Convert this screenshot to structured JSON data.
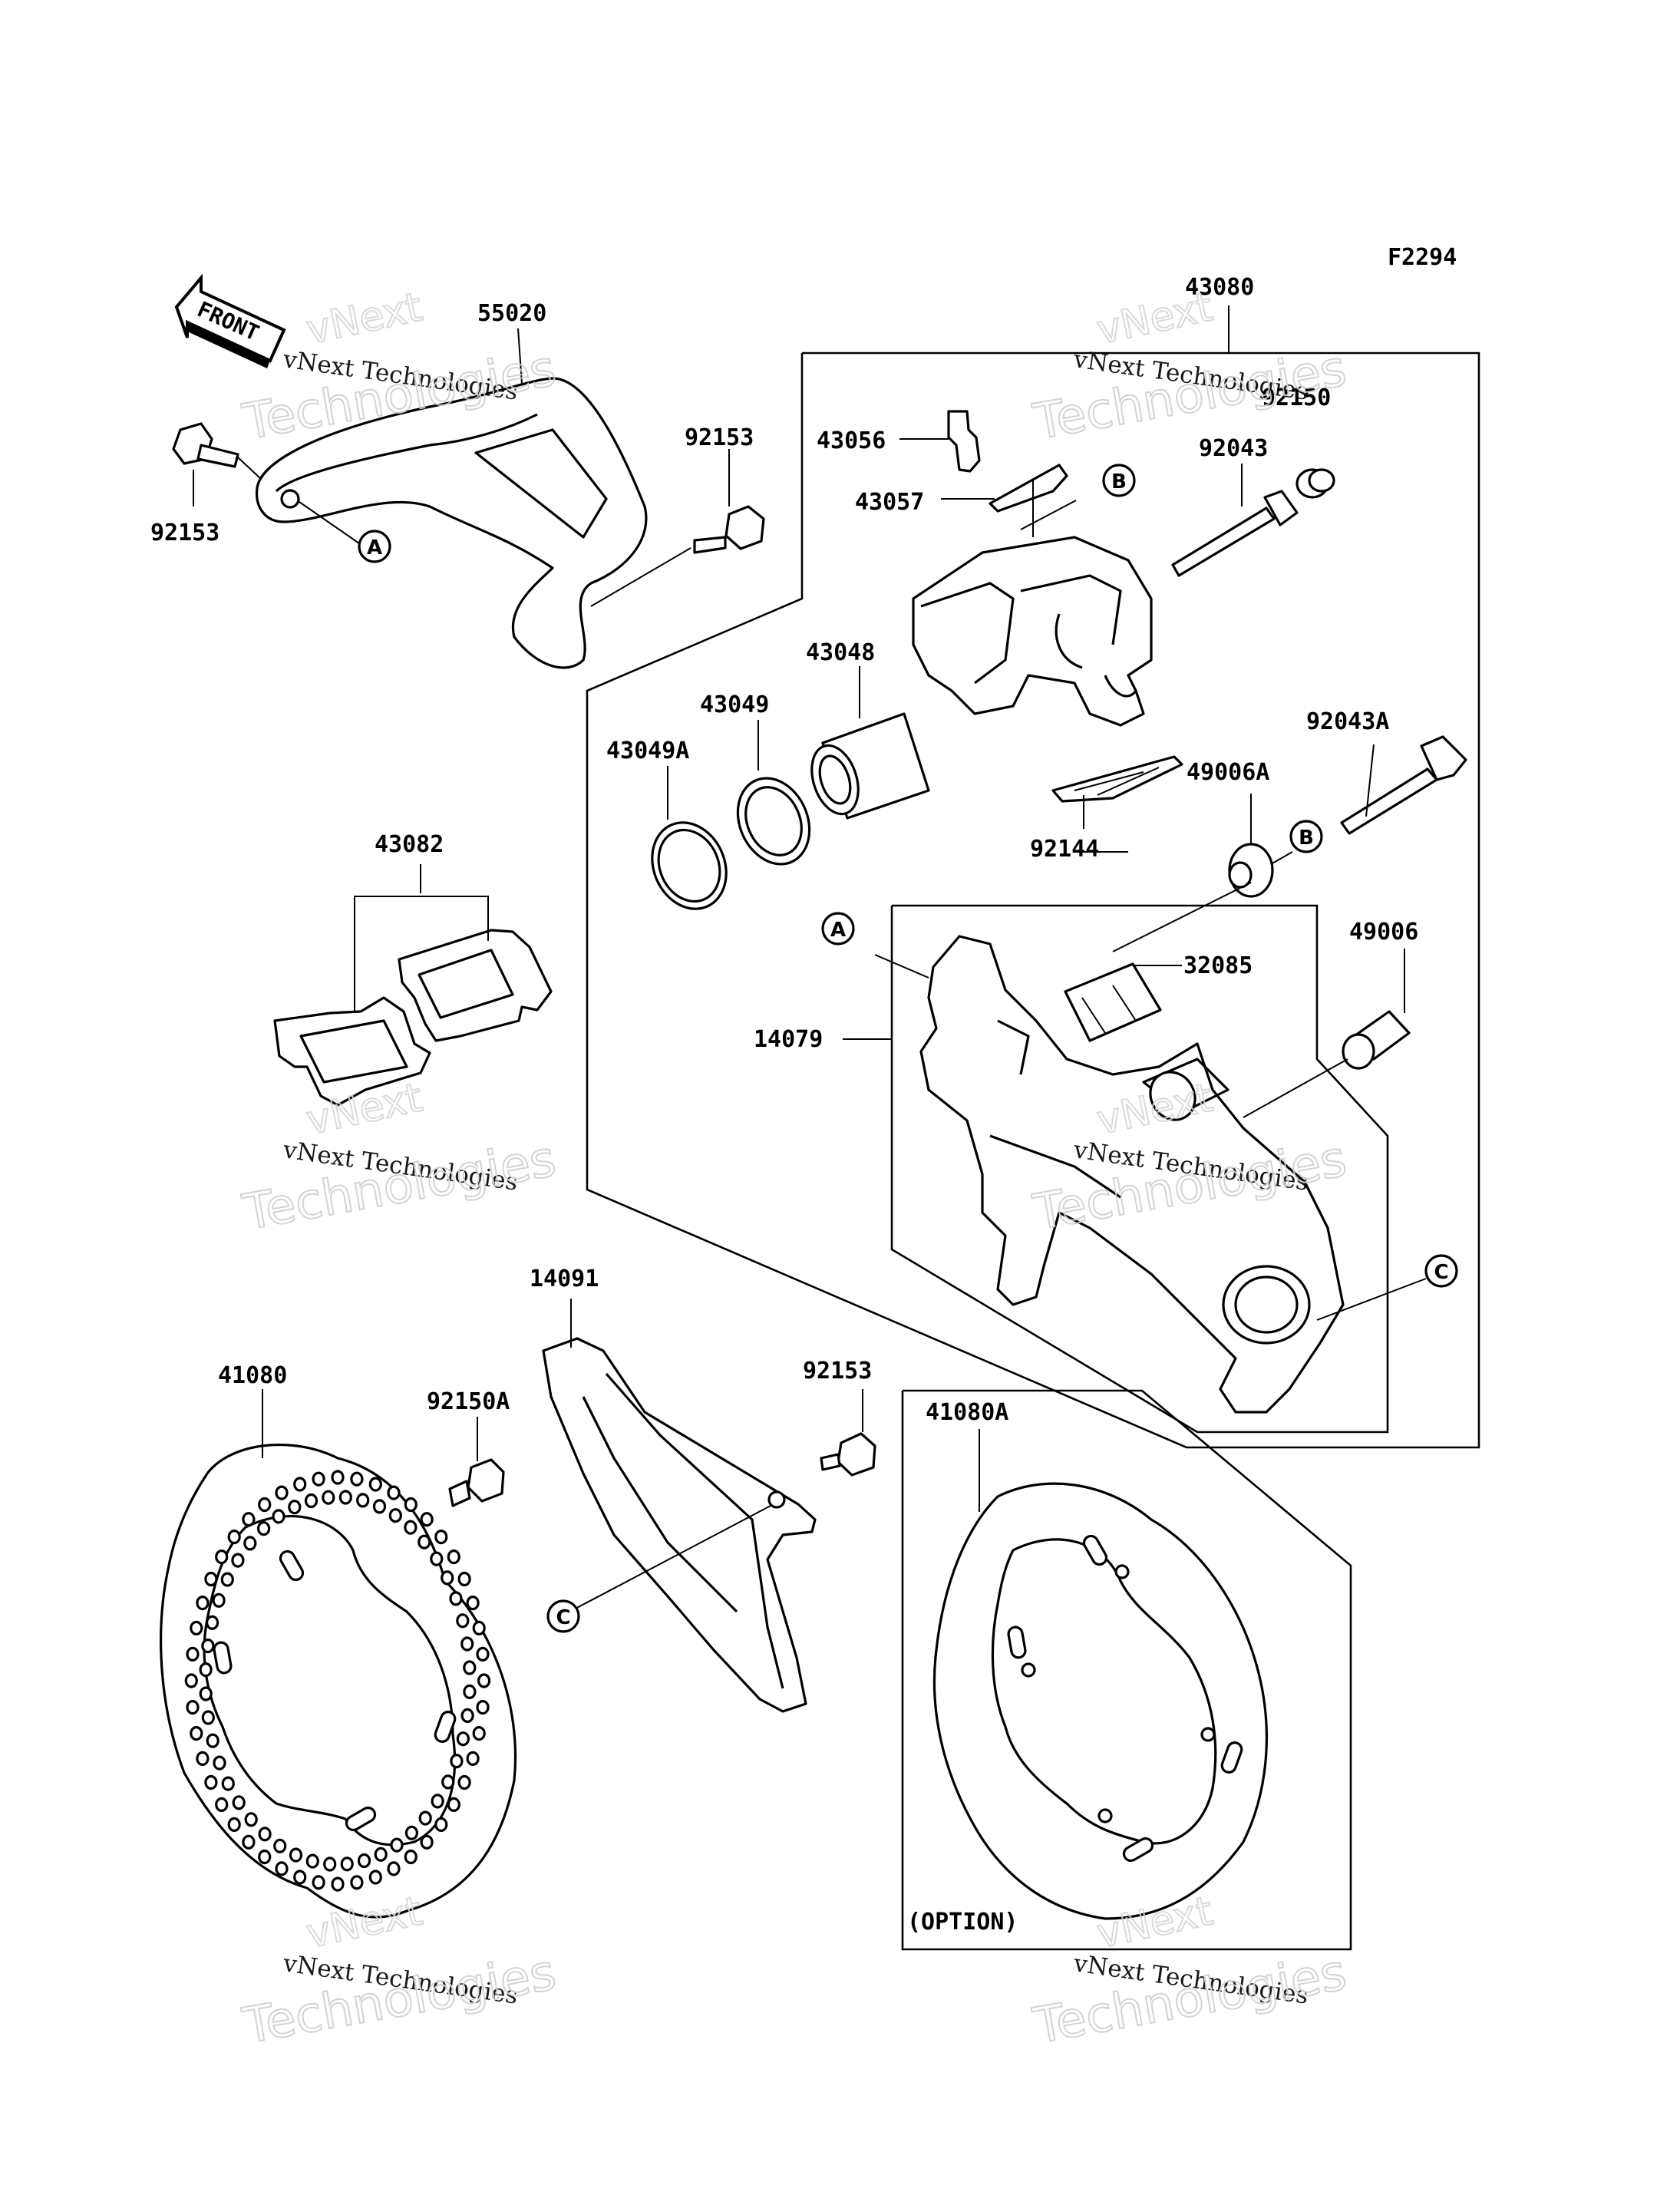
{
  "figure_code": "F2294",
  "front_label": "FRONT",
  "option_label": "(OPTION)",
  "watermark": {
    "line1": "vNext",
    "line2": "vNext Technologies",
    "line3": "Technologies"
  },
  "part_labels": [
    "55020",
    "92153",
    "92153",
    "43056",
    "43057",
    "43080",
    "92150",
    "92043",
    "43048",
    "43049",
    "43049A",
    "92043A",
    "49006A",
    "92144",
    "43082",
    "32085",
    "14079",
    "49006",
    "14091",
    "41080",
    "92150A",
    "92153",
    "41080A"
  ],
  "callouts": [
    "A",
    "A",
    "B",
    "B",
    "C",
    "C"
  ]
}
